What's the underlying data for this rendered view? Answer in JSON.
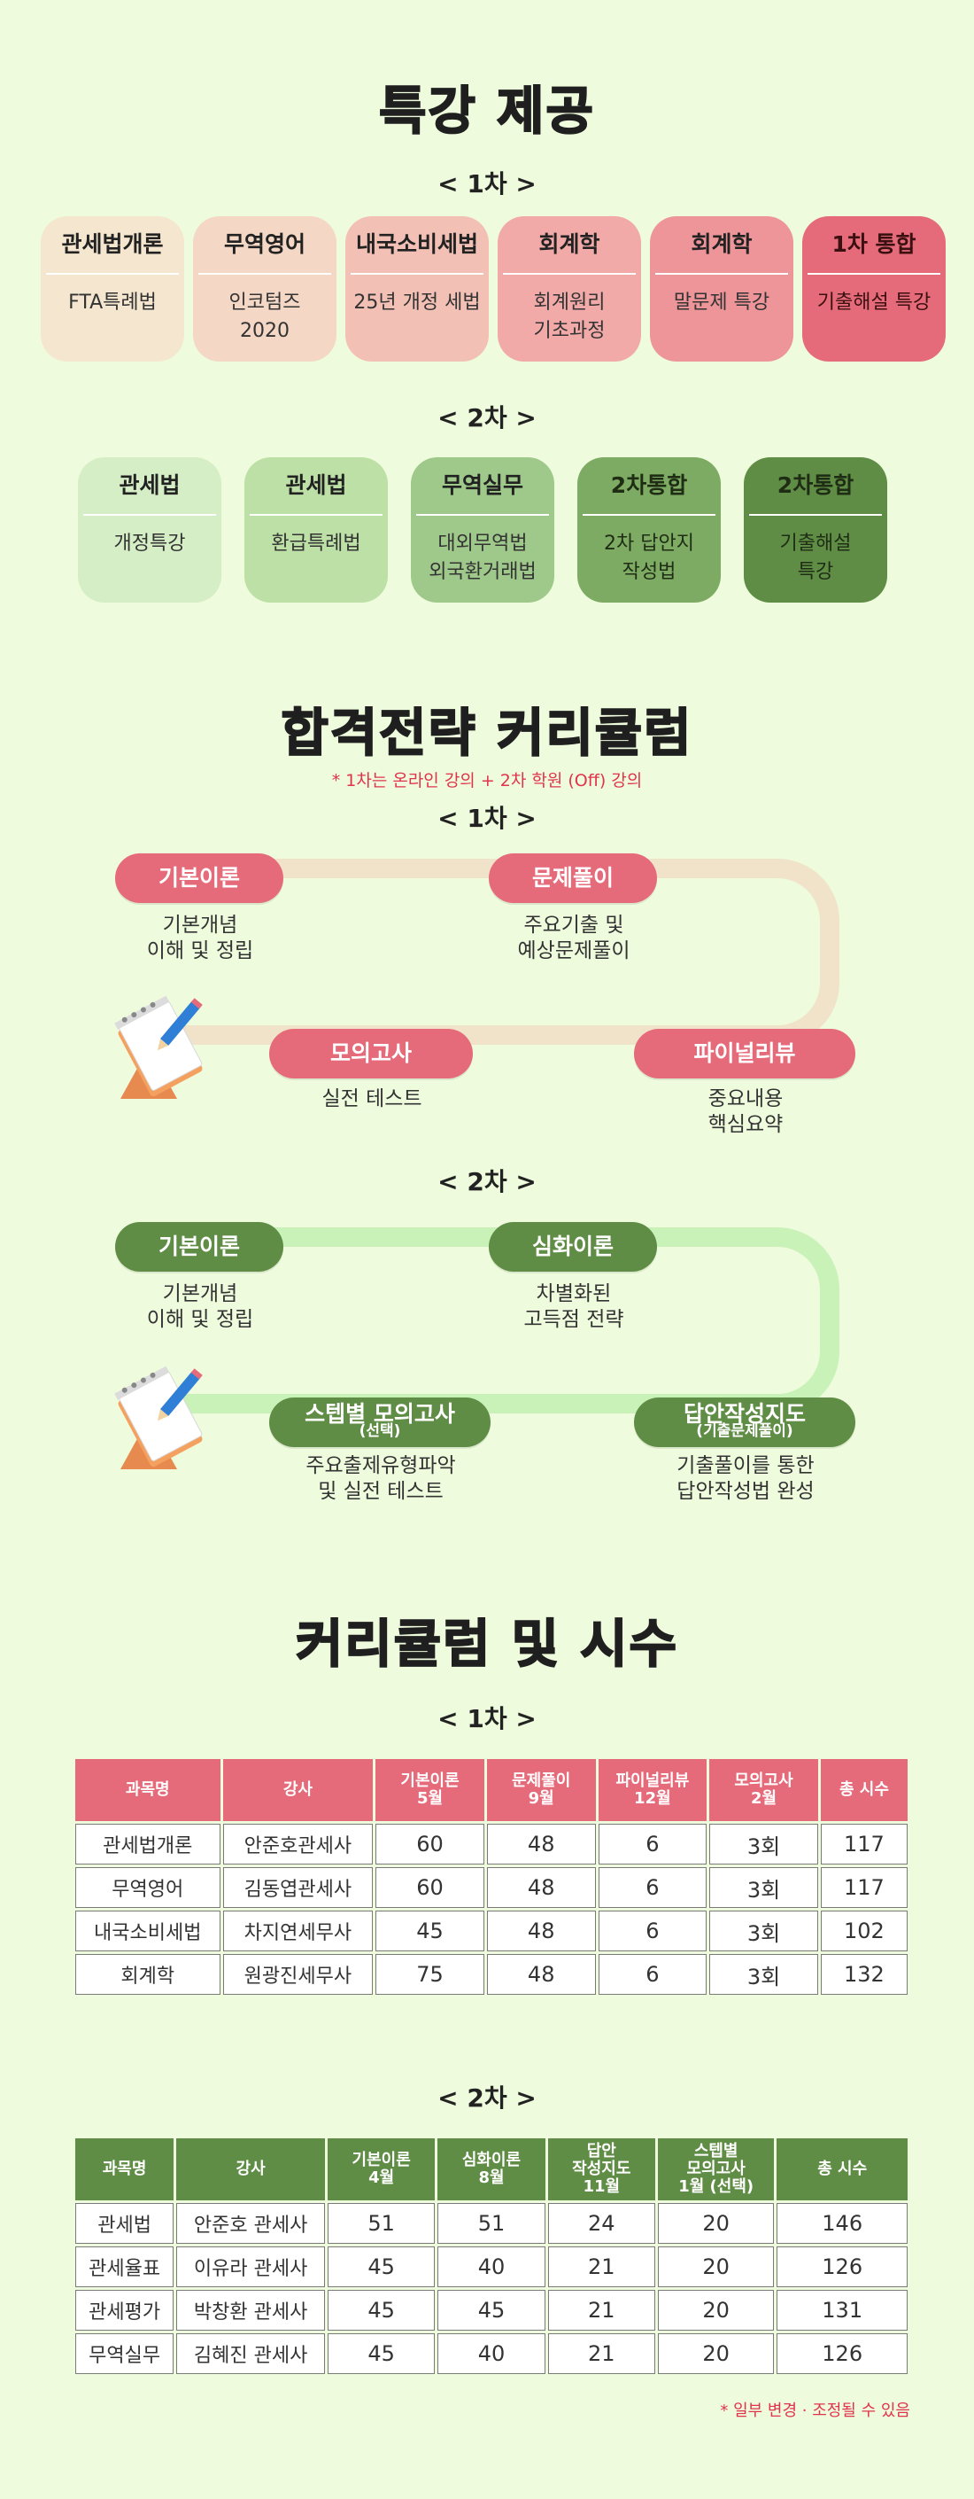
{
  "sections": {
    "special": {
      "title": "특강 제공",
      "round1_label": "< 1차 >",
      "round2_label": "< 2차 >",
      "round1_cards": [
        {
          "title": "관세법개론",
          "body": "FTA특례법",
          "bg": "#f5e7cf"
        },
        {
          "title": "무역영어",
          "body": "인코텀즈\n2020",
          "bg": "#f4d7c5"
        },
        {
          "title": "내국소비세법",
          "body": "25년 개정 세법",
          "bg": "#f2c0b4"
        },
        {
          "title": "회계학",
          "body": "회계원리\n기초과정",
          "bg": "#f2aaa9"
        },
        {
          "title": "회계학",
          "body": "말문제 특강",
          "bg": "#ee959a"
        },
        {
          "title": "1차 통합",
          "body": "기출해설 특강",
          "bg": "#e56a7a"
        }
      ],
      "round2_cards": [
        {
          "title": "관세법",
          "body": "개정특강",
          "bg": "#d5eec6"
        },
        {
          "title": "관세법",
          "body": "환급특례법",
          "bg": "#bde0a6"
        },
        {
          "title": "무역실무",
          "body": "대외무역법\n외국환거래법",
          "bg": "#9fc98a"
        },
        {
          "title": "2차통합",
          "body": "2차 답안지\n작성법",
          "bg": "#7eab63"
        },
        {
          "title": "2차통합",
          "body": "기출해설\n특강",
          "bg": "#5f8d45"
        }
      ]
    },
    "strategy": {
      "title": "합격전략 커리큘럼",
      "note": "* 1차는 온라인 강의 + 2차 학원 (Off) 강의",
      "round1_label": "< 1차 >",
      "round2_label": "< 2차 >",
      "round1_steps": [
        {
          "label": "기본이론",
          "desc": "기본개념\n이해 및 정립"
        },
        {
          "label": "문제풀이",
          "desc": "주요기출 및\n예상문제풀이"
        },
        {
          "label": "파이널리뷰",
          "desc": "중요내용\n핵심요약"
        },
        {
          "label": "모의고사",
          "desc": "실전 테스트"
        }
      ],
      "round2_steps": [
        {
          "label": "기본이론",
          "sub": "",
          "desc": "기본개념\n이해 및 정립"
        },
        {
          "label": "심화이론",
          "sub": "",
          "desc": "차별화된\n고득점 전략"
        },
        {
          "label": "답안작성지도",
          "sub": "(기출문제풀이)",
          "desc": "기출풀이를 통한\n답안작성법 완성"
        },
        {
          "label": "스텝별 모의고사",
          "sub": "(선택)",
          "desc": "주요출제유형파악\n및 실전 테스트"
        }
      ],
      "colors": {
        "round1": "#e56a7a",
        "round2": "#5f8d45"
      }
    },
    "curriculum": {
      "title": "커리큘럼 및 시수",
      "round1_label": "< 1차 >",
      "round2_label": "< 2차 >",
      "table1": {
        "headers": [
          "과목명",
          "강사",
          "기본이론\n5월",
          "문제풀이\n9월",
          "파이널리뷰\n12월",
          "모의고사\n2월",
          "총 시수"
        ],
        "rows": [
          [
            "관세법개론",
            "안준호관세사",
            "60",
            "48",
            "6",
            "3회",
            "117"
          ],
          [
            "무역영어",
            "김동엽관세사",
            "60",
            "48",
            "6",
            "3회",
            "117"
          ],
          [
            "내국소비세법",
            "차지연세무사",
            "45",
            "48",
            "6",
            "3회",
            "102"
          ],
          [
            "회계학",
            "원광진세무사",
            "75",
            "48",
            "6",
            "3회",
            "132"
          ]
        ]
      },
      "table2": {
        "headers": [
          "과목명",
          "강사",
          "기본이론\n4월",
          "심화이론\n8월",
          "답안\n작성지도\n11월",
          "스텝별\n모의고사\n1월 (선택)",
          "총 시수"
        ],
        "rows": [
          [
            "관세법",
            "안준호 관세사",
            "51",
            "51",
            "24",
            "20",
            "146"
          ],
          [
            "관세율표",
            "이유라 관세사",
            "45",
            "40",
            "21",
            "20",
            "126"
          ],
          [
            "관세평가",
            "박창환 관세사",
            "45",
            "45",
            "21",
            "20",
            "131"
          ],
          [
            "무역실무",
            "김혜진 관세사",
            "45",
            "40",
            "21",
            "20",
            "126"
          ]
        ]
      },
      "footnote": "* 일부 변경 · 조정될 수 있음"
    }
  }
}
